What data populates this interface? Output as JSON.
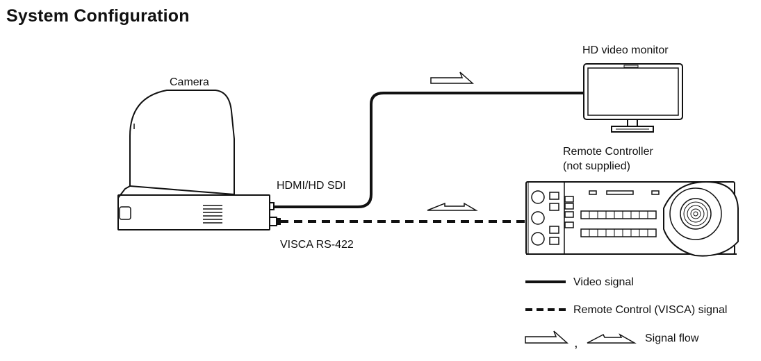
{
  "title": "System Configuration",
  "labels": {
    "camera": "Camera",
    "monitor": "HD video monitor",
    "controller_line1": "Remote Controller",
    "controller_line2": "(not supplied)",
    "hdmi": "HDMI/HD SDI",
    "visca": "VISCA RS-422"
  },
  "legend": {
    "video": "Video signal",
    "remote": "Remote Control (VISCA) signal",
    "comma": ",",
    "flow": "Signal flow"
  }
}
